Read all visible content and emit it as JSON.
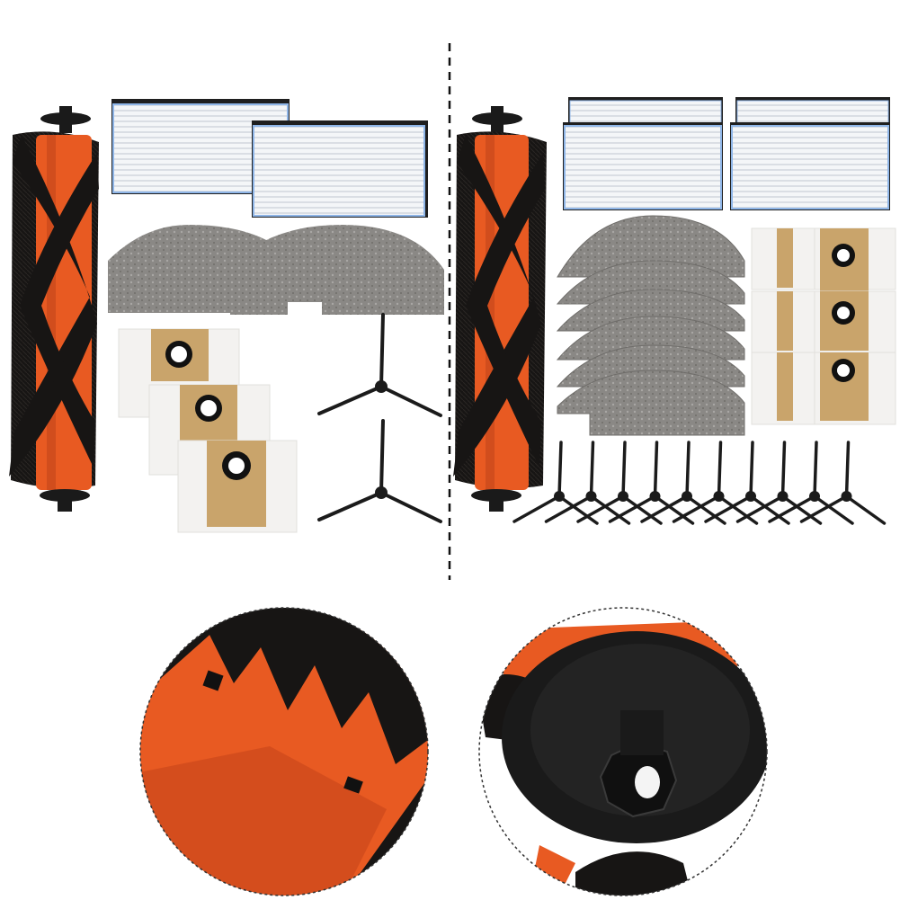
{
  "palette": {
    "background": "#ffffff",
    "brush_orange": "#e85a22",
    "brush_orange_dark": "#c2441a",
    "bristle": "#171514",
    "filter_frame": "#1f1f1f",
    "filter_white": "#f4f6f8",
    "filter_edge": "#8fb6e8",
    "mop": "#8a8885",
    "mop_light": "#a9a7a4",
    "bag_white": "#f3f2f0",
    "bag_kraft": "#c9a46b",
    "side_brush": "#1b1b1b",
    "divider": "#111111"
  },
  "kits": [
    {
      "side": "left",
      "main_brushes": 1,
      "hepa_filters": 2,
      "mop_pads": 2,
      "dust_bags": 3,
      "side_brushes": 2
    },
    {
      "side": "right",
      "main_brushes": 1,
      "hepa_filters": 4,
      "mop_pads": 6,
      "dust_bags": 6,
      "side_brushes": 10
    }
  ],
  "detail_views": [
    {
      "subject": "brush-bristle-closeup"
    },
    {
      "subject": "brush-end-cap-closeup"
    }
  ]
}
